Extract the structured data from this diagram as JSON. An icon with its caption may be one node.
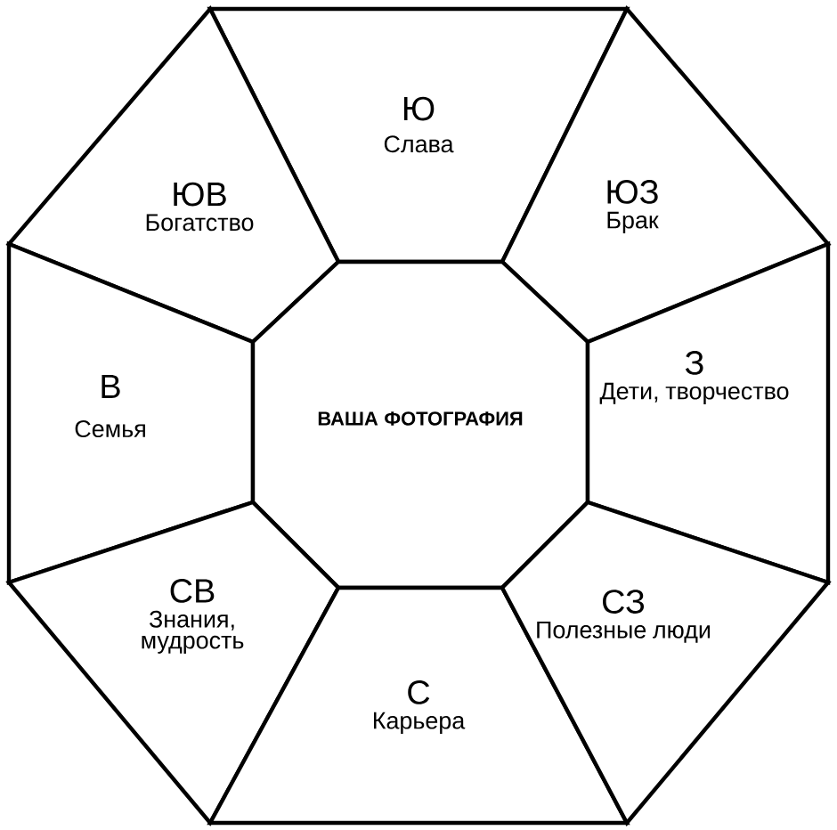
{
  "diagram": {
    "nodes": [
      {
        "text": [
          "Ю",
          "Слава"
        ]
      },
      {
        "text": [
          "ЮВ",
          "Богатство"
        ]
      },
      {
        "text": [
          "ЮЗ",
          "Брак"
        ]
      },
      {
        "text": [
          "В",
          "Семья"
        ]
      },
      {
        "text": [
          "ВАША ФОТОГРАФИЯ"
        ]
      },
      {
        "text": [
          "З",
          "Дети, творчество"
        ]
      },
      {
        "text": [
          "СВ",
          "Знания, мудрость"
        ]
      },
      {
        "text": [
          "С",
          "Карьера"
        ]
      },
      {
        "text": [
          "СЗ",
          "Полезные люди"
        ]
      }
    ]
  }
}
